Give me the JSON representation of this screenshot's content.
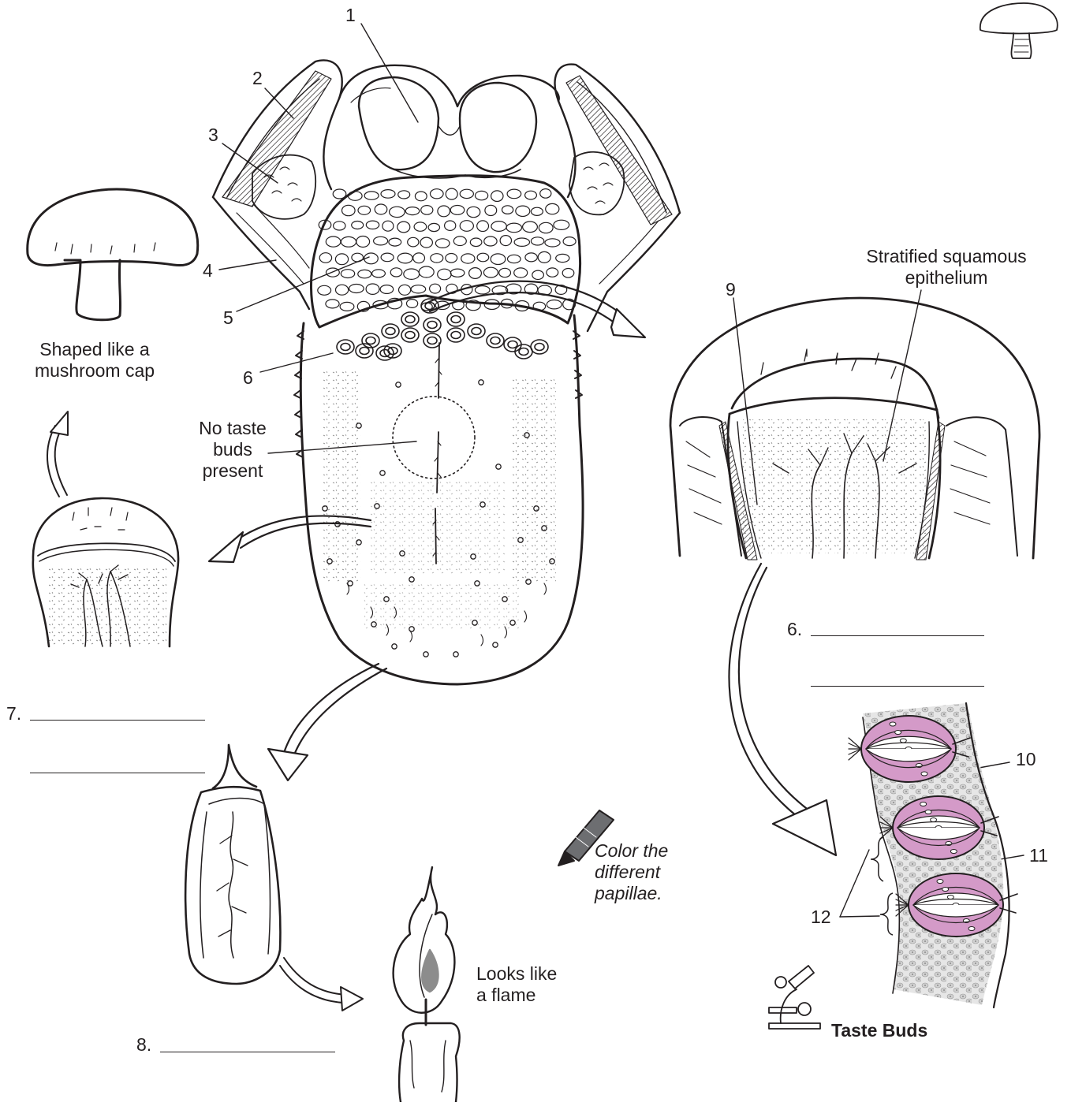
{
  "callout_numbers": [
    "1",
    "2",
    "3",
    "4",
    "5",
    "6",
    "9",
    "10",
    "11",
    "12"
  ],
  "labels": {
    "mushroom_line1": "Shaped like a",
    "mushroom_line2": "mushroom cap",
    "no_taste_line1": "No taste",
    "no_taste_line2": "buds",
    "no_taste_line3": "present",
    "stratified_line1": "Stratified squamous",
    "stratified_line2": "epithelium",
    "flame_line1": "Looks like",
    "flame_line2": "a flame",
    "color_line1": "Color the",
    "color_line2": "different",
    "color_line3": "papillae.",
    "taste_buds_caption": "Taste Buds"
  },
  "answer_blanks": {
    "blank_6": "6.",
    "blank_7": "7.",
    "blank_8": "8."
  },
  "colors": {
    "ink": "#231f20",
    "taste_bud_fill": "#d49ac8",
    "tissue_fill": "#d9d9d9",
    "crayon_fill": "#6d6e71"
  }
}
